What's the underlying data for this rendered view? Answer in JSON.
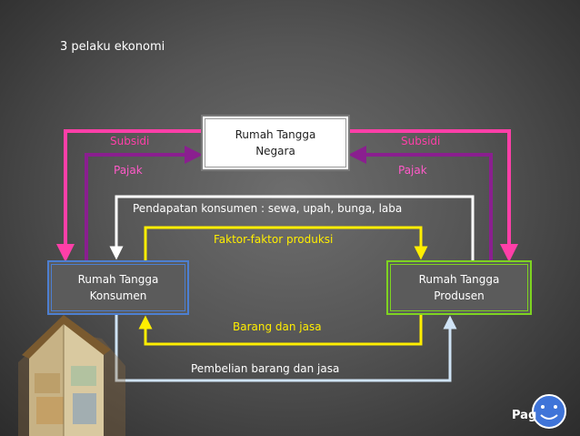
{
  "title": "3 pelaku ekonomi",
  "nodes": {
    "negara": [
      "Rumah Tangga",
      "Negara"
    ],
    "konsumen": [
      "Rumah Tangga",
      "Konsumen"
    ],
    "produsen": [
      "Rumah Tangga",
      "Produsen"
    ]
  },
  "flows": {
    "subsidi_left": "Subsidi",
    "subsidi_right": "Subsidi",
    "pajak_left": "Pajak",
    "pajak_right": "Pajak",
    "pendapatan": "Pendapatan konsumen : sewa, upah, bunga, laba",
    "faktor": "Faktor-faktor produksi",
    "barang": "Barang dan jasa",
    "pembelian": "Pembelian barang dan jasa"
  },
  "footer": {
    "page_label": "Pag"
  },
  "colors": {
    "subsidi": "#ff3fa8",
    "pajak": "#8a1f8f",
    "pendapatan": "#ffffff",
    "faktor": "#ffee00",
    "barang": "#ffee00",
    "pembelian": "#cfe3f5"
  },
  "icons": [
    "house-money-icon",
    "smiley-icon"
  ]
}
